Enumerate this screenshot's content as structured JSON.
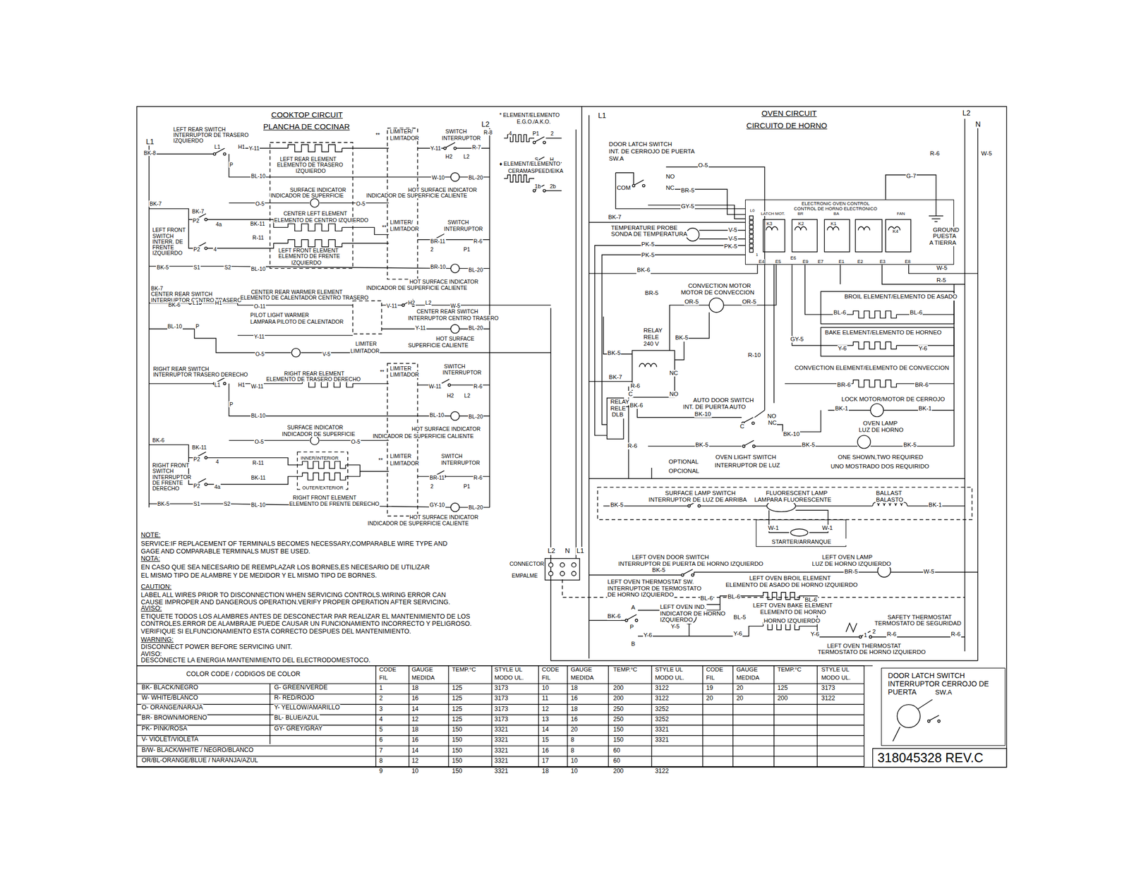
{
  "diagram": {
    "nodes": [
      {
        "text": [
          "ELECTRONIC OVEN CONTROL CONTROL DE HORNO ELECTRONICO"
        ]
      },
      {
        "text": [
          "STARTER/ARRANQUE"
        ]
      },
      {
        "text": [
          "DOOR LATCH SWITCH INTERRUPTOR CERROJO DE PUERTA",
          "SW.A"
        ]
      }
    ],
    "labels": [
      "COOKTOP CIRCUIT",
      "PLANCHA DE COCINAR",
      "L1",
      "BK-8",
      "LEFT REAR SWITCH",
      "INTERRUPTOR DE TRASERO",
      "IZQUIERDO",
      "L1",
      "H1",
      "Y-11",
      "P",
      "LEFT REAR ELEMENT",
      "ELEMENTO DE TRASERO",
      "IZQUIERDO",
      "BL-10",
      "SURFACE INDICATOR",
      "INDICADOR DE SUPERFICIE",
      "O-5",
      "O-5",
      "BK-7",
      "BK-7",
      "CENTER LEFT ELEMENT",
      "ELEMENTO DE CENTRO IZQUIERDO",
      "P2",
      "4a",
      "LEFT FRONT",
      "SWITCH",
      "INTERR. DE",
      "FRENTE",
      "IZQUIERDO",
      "BK-11",
      "R-11",
      "LEFT FRONT ELEMENT",
      "ELEMENTO DE FRENTE",
      "IZQUIERDO",
      "P2",
      "4",
      "BK-5",
      "S1",
      "S2",
      "BL-10",
      "**",
      "LIMITER/",
      "LIMITADOR",
      "SWITCH",
      "INTERRUPTOR",
      "L2",
      "R-8",
      "Y-11",
      "R-7",
      "H2",
      "L2",
      "W-10",
      "BL-20",
      "HOT SURFACE INDICATOR",
      "INDICADOR DE SUPERFICIE CALIENTE",
      "**",
      "LIMITER/",
      "LIMITADOR",
      "SWITCH",
      "INTERRUPTOR",
      "BR-11",
      "R-6",
      "2",
      "P1",
      "BR-10",
      "BL-20",
      "HOT SURFACE INDICATOR",
      "INDICADOR DE SUPERFICIE CALIENTE",
      "BK-7",
      "CENTER REAR SWITCH",
      "INTERRUPTOR CENTRO TRASERO",
      "CENTER REAR WARMER ELEMENT",
      "ELEMENTO DE CALENTADOR CENTRO TRASERO",
      "BK-6",
      "L1",
      "H1",
      "O-11",
      "V-11",
      "H2",
      "L2",
      "W-5",
      "CENTER REAR SWITCH",
      "INTERRUPTOR CENTRO TRASERO",
      "PILOT LIGHT WARMER",
      "LAMPARA PILOTO DE CALENTADOR",
      "BL-10",
      "P",
      "Y-11",
      "Y-11",
      "BL-20",
      "HOT SURFACE",
      "SUPERFICIE CALIENTE",
      "LIMITER",
      "LIMITADOR",
      "O-5",
      "V-5",
      "RIGHT REAR SWITCH",
      "INTERRUPTOR TRASERO DERECHO",
      "L1",
      "H1",
      "W-11",
      "P",
      "RIGHT REAR ELEMENT",
      "ELEMENTO DE TRASERO DERECHO",
      "**",
      "LIMITER",
      "LIMITADOR",
      "SWITCH",
      "INTERRUPTOR",
      "W-11",
      "R-6",
      "H2",
      "L2",
      "BL-10",
      "BL-10",
      "BL-20",
      "SURFACE INDICATOR",
      "INDICADOR DE SUPERFICIE",
      "HOT SURFACE INDICATOR",
      "INDICADOR DE SUPERFICIE CALIENTE",
      "BK-6",
      "O-5",
      "O-5",
      "BK-11",
      "P2",
      "4",
      "R-11",
      "INNER/INTERIOR",
      "RIGHT FRONT",
      "SWITCH",
      "INTERRUPTOR",
      "DE FRENTE",
      "DERECHO",
      "**",
      "LIMITER",
      "LIMITADOR",
      "SWITCH",
      "INTERRUPTOR",
      "BK-11",
      "BR-11",
      "R-6",
      "2",
      "P1",
      "P2",
      "4a",
      "OUTER/EXTERIOR",
      "RIGHT FRONT ELEMENT",
      "ELEMENTO DE FRENTE DERECHO",
      "BK-5",
      "S1",
      "S2",
      "BL-10",
      "GY-10",
      "BL-20",
      "HOT SURFACE INDICATOR",
      "INDICADOR DE SUPERFICIE CALIENTE",
      "* ELEMENT/ELEMENTO",
      "E.G.O./A.K.O.",
      "4",
      "P1",
      "2",
      "S",
      "H",
      "♦ ELEMENT/ELEMENTO",
      "CERAMASPEED/EIKA",
      "1b",
      "2b",
      "NOTE:",
      "SERVICE:IF REPLACEMENT OF TERMINALS BECOMES NECESSARY,COMPARABLE WIRE TYPE AND",
      "GAGE AND COMPARABLE TERMINALS MUST BE USED.",
      "NOTA:",
      "EN CASO QUE SEA NECESARIO DE REEMPLAZAR LOS BORNES,ES NECESARIO DE UTILIZAR",
      "EL MISMO TIPO DE ALAMBRE Y DE MEDIDOR Y EL MISMO TIPO DE BORNES.",
      "CAUTION:",
      "LABEL ALL WIRES PRIOR TO DISCONNECTION WHEN SERVICING CONTROLS.WIRING ERROR CAN",
      "CAUSE IMPROPER AND DANGEROUS OPERATION.VERIFY PROPER OPERATION AFTER SERVICING.",
      "AVISO:",
      "ETIQUETE TODOS LOS ALAMBRES ANTES DE DESCONECTAR PAR REALIZAR EL MANTENIMIENTO DE LOS",
      "CONTROLES.ERROR DE ALAMBRAJE PUEDE CAUSAR UN FUNCIONAMIENTO INCORRECTO Y PELIGROSO.",
      "VERIFIQUE SI ELFUNCIONAMIENTO ESTA CORRECTO DESPUES DEL MANTENIMIENTO.",
      "WARNING:",
      "DISCONNECT POWER BEFORE SERVICING UNIT.",
      "AVISO:",
      "DESCONECTE LA ENERGIA MANTENIMIENTO DEL ELECTRODOMESTOCO.",
      "L2",
      "N",
      "L1",
      "CONNECTOR",
      "EMPALME",
      "COLOR CODE / CODIGOS DE COLOR",
      "BK- BLACK/NEGRO",
      "G- GREEN/VERDE",
      "W- WHITE/BLANCO",
      "R- RED/ROJO",
      "O- ORANGE/NARAJA",
      "Y- YELLOW/AMARILLO",
      "BR- BROWN/MORENO",
      "BL- BLUE/AZUL",
      "PK- PINK/ROSA",
      "GY- GREY/GRAY",
      "V- VIOLET/VIOLETA",
      "B/W- BLACK/WHITE / NEGRO/BLANCO",
      "OR/BL-ORANGE/BLUE / NARANJA/AZUL",
      "OVEN CIRCUIT",
      "CIRCUITO DE HORNO",
      "L1",
      "L2",
      "N",
      "DOOR LATCH SWITCH",
      "INT. DE CERROJO DE PUERTA",
      "SW.A",
      "O-5",
      "NO",
      "COM",
      "NC",
      "BR-5",
      "GY-5",
      "R-6",
      "W-5",
      "G-7",
      "LATCH MOT.",
      "BR",
      "BA",
      "FAN",
      "K3",
      "K2",
      "K1",
      "K4",
      "L0",
      "1",
      "E4",
      "E5",
      "E6",
      "E9",
      "E7",
      "E1",
      "E2",
      "E3",
      "E8",
      "GROUND",
      "PUESTA",
      "A TIERRA",
      "BK-7",
      "TEMPERATURE PROBE",
      "SONDA DE TEMPERATURA",
      "V-5",
      "V-5",
      "PK-5",
      "PK-5",
      "PK-5",
      "BK-6",
      "W-5",
      "R-5",
      "CONVECTION MOTOR",
      "MOTOR DE CONVECCION",
      "BR-5",
      "OR-5",
      "OR-5",
      "BROIL ELEMENT/ELEMENTO DE ASADO",
      "BL-6",
      "BL-6",
      "RELAY",
      "RELE",
      "240 V",
      "BK-5",
      "BAKE ELEMENT/ELEMENTO DE HORNEO",
      "GY-5",
      "BK-5",
      "Y-6",
      "Y-6",
      "R-10",
      "BK-7",
      "NC",
      "NO",
      "C",
      "R-6",
      "CONVECTION ELEMENT/ELEMENTO DE CONVECCION",
      "BR-6",
      "BR-6",
      "RELAY",
      "RELE",
      "DLB",
      "BK-6",
      "AUTO DOOR SWITCH",
      "INT. DE PUERTA AUTO",
      "BK-10",
      "NO",
      "NC",
      "C",
      "LOCK MOTOR/MOTOR DE CERROJO",
      "BK-1",
      "BK-1",
      "OVEN LAMP",
      "LUZ DE HORNO",
      "BK-10",
      "BK-5",
      "BK-5",
      "BK-5",
      "R-6",
      "OPTIONAL",
      "OPCIONAL",
      "OVEN LIGHT SWITCH",
      "INTERRUPTOR DE LUZ",
      "ONE SHOWN,TWO REQUIRED",
      "UNO MOSTRADO DOS REQUIRIDO",
      "SURFACE LAMP SWITCH",
      "INTERRUPTOR DE LUZ DE ARRIBA",
      "BK-5",
      "FLUORESCENT LAMP",
      "LAMPARA FLUORESCENTE",
      "BALLAST",
      "BALASTO",
      "BK-1",
      "W-1",
      "W-1",
      "LEFT OVEN DOOR SWITCH",
      "INTERRUPTOR DE PUERTA DE HORNO IZQUIERDO",
      "BK-5",
      "LEFT OVEN LAMP",
      "LUZ DE HORNO IZQUIERDO",
      "BR-5",
      "W-5",
      "LEFT OVEN THERMOSTAT SW.",
      "INTERRUPTOR DE TERMOSTATO",
      "DE HORNO IZQUIERDO",
      "LEFT OVEN BROIL ELEMENT",
      "ELEMENTO DE ASADO DE HORNO IZQUIERDO",
      "BL-6",
      "BL-6",
      "BL-6",
      "LEFT OVEN IND.",
      "INDICATOR DE HORNO",
      "IZQUIERDO",
      "A",
      "BK-6",
      "BL-5",
      "LEFT OVEN BAKE ELEMENT",
      "ELEMENTO DE HORNO",
      "HORNO IZQUIERDO",
      "Y-5",
      "Y-6",
      "Y-6",
      "Y-6",
      "P",
      "B",
      "SAFETY THERMOSTAT",
      "TERMOSTATO DE SEGURIDAD",
      "1",
      "2",
      "R-6",
      "R-6",
      "LEFT OVEN THERMOSTAT",
      "TERMOSTATO DE HORNO IZQUIERDO",
      "318045328 REV.C",
      "CODE",
      "FIL",
      "GAUGE",
      "MEDIDA",
      "TEMP.°C",
      "STYLE UL",
      "MODO UL.",
      "1",
      "18",
      "125",
      "3173",
      "2",
      "16",
      "125",
      "3173",
      "3",
      "14",
      "125",
      "3173",
      "4",
      "12",
      "125",
      "3173",
      "5",
      "18",
      "150",
      "3321",
      "6",
      "16",
      "150",
      "3321",
      "7",
      "14",
      "150",
      "3321",
      "8",
      "12",
      "150",
      "3321",
      "9",
      "10",
      "150",
      "3321",
      "CODE",
      "FIL",
      "GAUGE",
      "MEDIDA",
      "TEMP.°C",
      "STYLE UL",
      "MODO UL.",
      "10",
      "18",
      "200",
      "3122",
      "11",
      "16",
      "200",
      "3122",
      "12",
      "18",
      "250",
      "3252",
      "13",
      "16",
      "250",
      "3252",
      "14",
      "20",
      "150",
      "3321",
      "15",
      "8",
      "150",
      "3321",
      "16",
      "8",
      "60",
      "17",
      "10",
      "60",
      "18",
      "10",
      "200",
      "3122",
      "CODE",
      "FIL",
      "GAUGE",
      "MEDIDA",
      "TEMP.°C",
      "STYLE UL",
      "MODO UL.",
      "19",
      "20",
      "125",
      "3173",
      "20",
      "20",
      "200",
      "3122"
    ]
  }
}
